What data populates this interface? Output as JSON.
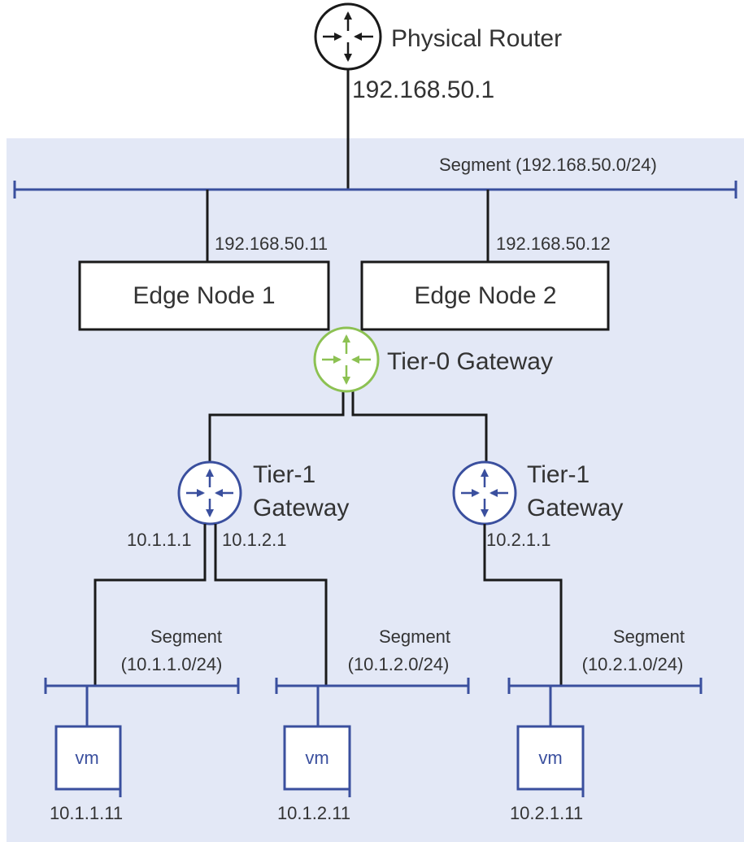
{
  "physical_router": {
    "name": "Physical Router",
    "ip": "192.168.50.1"
  },
  "top_segment": {
    "label": "Segment (192.168.50.0/24)"
  },
  "edge_nodes": [
    {
      "name": "Edge Node 1",
      "ip": "192.168.50.11"
    },
    {
      "name": "Edge Node 2",
      "ip": "192.168.50.12"
    }
  ],
  "tier0": {
    "name": "Tier-0 Gateway"
  },
  "tier1": [
    {
      "line1": "Tier-1",
      "line2": "Gateway",
      "left_ip": "10.1.1.1",
      "right_ip": "10.1.2.1"
    },
    {
      "line1": "Tier-1",
      "line2": "Gateway",
      "ip": "10.2.1.1"
    }
  ],
  "segments": [
    {
      "line1": "Segment",
      "line2": "(10.1.1.0/24)",
      "vm_label": "vm",
      "vm_ip": "10.1.1.11"
    },
    {
      "line1": "Segment",
      "line2": "(10.1.2.0/24)",
      "vm_label": "vm",
      "vm_ip": "10.1.2.11"
    },
    {
      "line1": "Segment",
      "line2": "(10.2.1.0/24)",
      "vm_label": "vm",
      "vm_ip": "10.2.1.11"
    }
  ],
  "colors": {
    "panel_bg": "#e3e8f6",
    "line": "#1a1a1a",
    "segment_blue": "#3a4f9e",
    "tier0_green": "#8cc152",
    "tier1_blue": "#3a4f9e",
    "text": "#333333"
  }
}
